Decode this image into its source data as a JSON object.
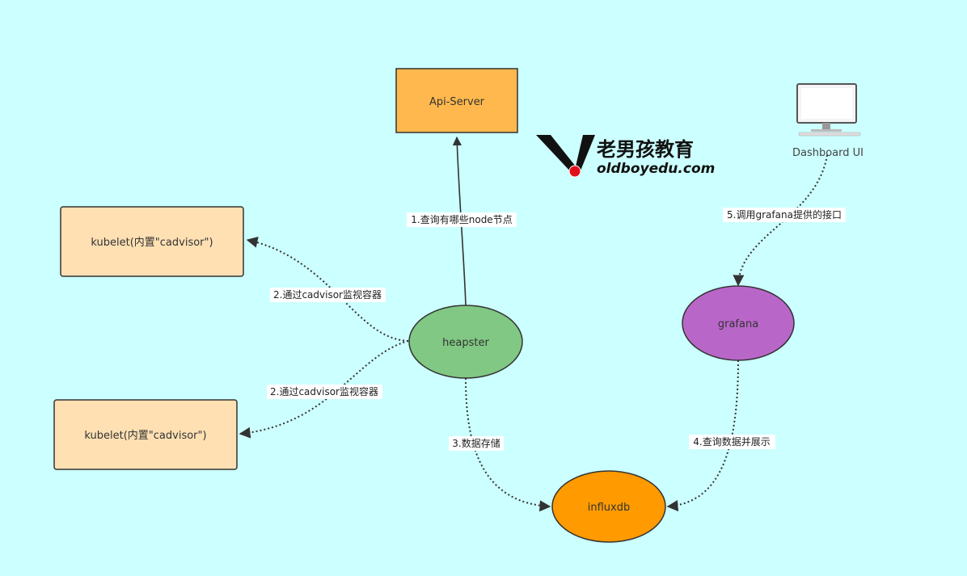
{
  "nodes": {
    "api_server": "Api-Server",
    "kubelet_top": "kubelet(内置\"cadvisor\")",
    "kubelet_bottom": "kubelet(内置\"cadvisor\")",
    "heapster": "heapster",
    "grafana": "grafana",
    "influxdb": "influxdb",
    "dashboard": "Dashboard UI"
  },
  "edges": {
    "query_nodes": "1.查询有哪些node节点",
    "monitor_top": "2.通过cadvisor监视容器",
    "monitor_bottom": "2.通过cadvisor监视容器",
    "store": "3.数据存储",
    "query_show": "4.查询数据并展示",
    "call_api": "5.调用grafana提供的接口"
  },
  "logo": {
    "cn": "老男孩教育",
    "en": "oldboyedu.com"
  },
  "icons": {
    "monitor": "monitor-icon"
  },
  "colors": {
    "background": "#ccffff",
    "api_server": "#ffb84d",
    "kubelet": "#ffe0b3",
    "heapster": "#80c883",
    "grafana": "#b966c9",
    "influxdb": "#ff9a00",
    "logo_accent": "#e0101a"
  }
}
